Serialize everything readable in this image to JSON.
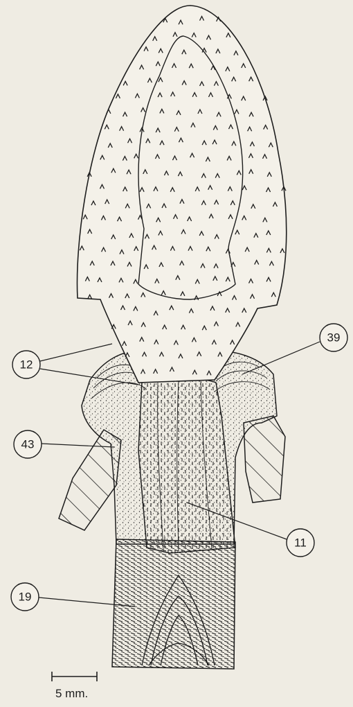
{
  "callouts": [
    {
      "id": "label-12",
      "text": "12"
    },
    {
      "id": "label-39",
      "text": "39"
    },
    {
      "id": "label-43",
      "text": "43"
    },
    {
      "id": "label-11",
      "text": "11"
    },
    {
      "id": "label-19",
      "text": "19"
    }
  ],
  "scale_bar": {
    "label": "5 mm."
  },
  "colors": {
    "ink": "#1d1d1d",
    "paper": "#efece3"
  }
}
